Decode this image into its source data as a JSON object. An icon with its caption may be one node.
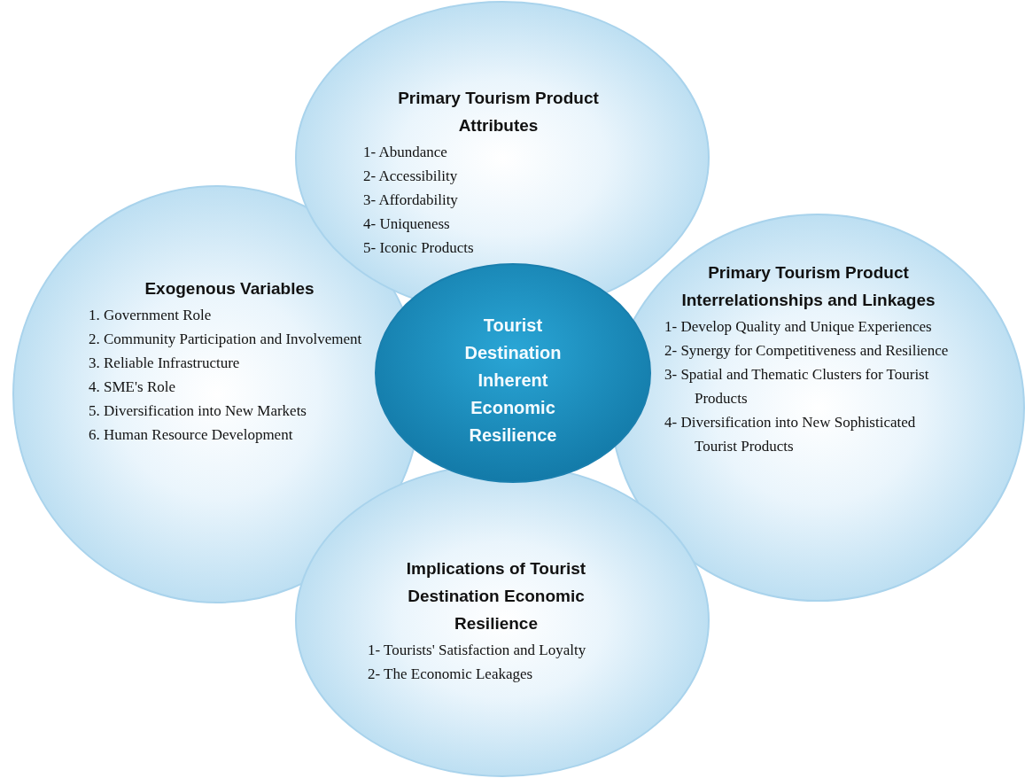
{
  "diagram": {
    "nodes": [
      {
        "text": [
          "Primary Tourism Product Attributes",
          "1- Abundance",
          "2- Accessibility",
          "3- Affordability",
          "4- Uniqueness",
          "5- Iconic Products"
        ]
      },
      {
        "text": [
          "Exogenous Variables",
          "1. Government Role",
          "2. Community Participation and Involvement",
          "3. Reliable Infrastructure",
          "4. SME's Role",
          "5. Diversification into New Markets",
          "6. Human Resource Development"
        ]
      },
      {
        "text": [
          "Tourist Destination Inherent Economic Resilience"
        ]
      },
      {
        "text": [
          "Primary Tourism Product Interrelationships and Linkages",
          "1- Develop Quality and Unique Experiences",
          "2- Synergy for Competitiveness and Resilience",
          "3- Spatial and Thematic Clusters for Tourist Products",
          "4- Diversification into New Sophisticated Tourist Products"
        ]
      },
      {
        "text": [
          "Implications of Tourist Destination Economic Resilience",
          "1- Tourists' Satisfaction and Loyalty",
          "2- The Economic Leakages"
        ]
      }
    ],
    "edges": []
  }
}
